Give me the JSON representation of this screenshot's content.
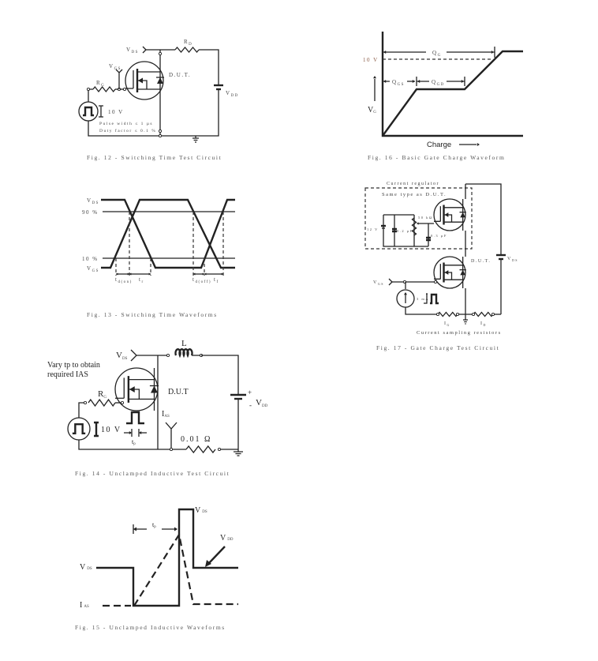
{
  "fig12": {
    "caption": "Fig. 12 - Switching Time Test Circuit",
    "vds": "V",
    "vds_sub": "DS",
    "vgs": "V",
    "vgs_sub": "GS",
    "rg": "R",
    "rg_sub": "G",
    "rd": "R",
    "rd_sub": "D",
    "dut": "D.U.T.",
    "vdd": "V",
    "vdd_sub": "DD",
    "pulse_amplitude": "10 V",
    "pulse_width": "Pulse width ≤ 1 µs",
    "duty_factor": "Duty factor ≤ 0.1 %"
  },
  "fig13": {
    "caption": "Fig. 13 - Switching Time Waveforms",
    "vds": "V",
    "vds_sub": "DS",
    "vgs": "V",
    "vgs_sub": "GS",
    "level_90": "90 %",
    "level_10": "10 %",
    "td_on": "t",
    "td_on_sub": "d(on)",
    "tr": "t",
    "tr_sub": "r",
    "td_off": "t",
    "td_off_sub": "d(off)",
    "tf": "t",
    "tf_sub": "f"
  },
  "fig14": {
    "caption": "Fig. 14 - Unclamped Inductive Test Circuit",
    "note_line1": "Vary tp to obtain",
    "note_line2": "required IAS",
    "vds": "V",
    "vds_sub": "DS",
    "inductor": "L",
    "rg": "R",
    "rg_sub": "G",
    "dut": "D.U.T",
    "vdd": "V",
    "vdd_sub": "DD",
    "plus": "+",
    "minus": "-",
    "ias": "I",
    "ias_sub": "AS",
    "pulse_amplitude": "10 V",
    "tp": "t",
    "tp_sub": "p",
    "shunt": "0.01 Ω"
  },
  "fig15": {
    "caption": "Fig. 15 - Unclamped Inductive Waveforms",
    "vds_left": "V",
    "vds_left_sub": "DS",
    "vds_peak": "V",
    "vds_peak_sub": "DS",
    "vdd": "V",
    "vdd_sub": "DD",
    "ias": "I",
    "ias_sub": "AS",
    "tp": "t",
    "tp_sub": "p"
  },
  "fig16": {
    "caption": "Fig. 16 - Basic Gate Charge Waveform",
    "level_10v": "10 V",
    "qg": "Q",
    "qg_sub": "G",
    "qgs": "Q",
    "qgs_sub": "GS",
    "qgd": "Q",
    "qgd_sub": "GD",
    "vg": "V",
    "vg_sub": "G",
    "xlabel": "Charge"
  },
  "fig17": {
    "caption": "Fig. 17 - Gate Charge Test Circuit",
    "regulator": "Current regulator",
    "same_type": "Same type as D.U.T.",
    "v12": "12 V",
    "c1": "0.2 µF",
    "pot": "50 kΩ",
    "c2": "0.3 µF",
    "dut": "D.U.T.",
    "vds": "V",
    "vds_sub": "DS",
    "vgs": "V",
    "vgs_sub": "GS",
    "source_current": "3 mA",
    "ig": "I",
    "ig_sub": "G",
    "id": "I",
    "id_sub": "D",
    "sampling": "Current sampling resistors"
  }
}
